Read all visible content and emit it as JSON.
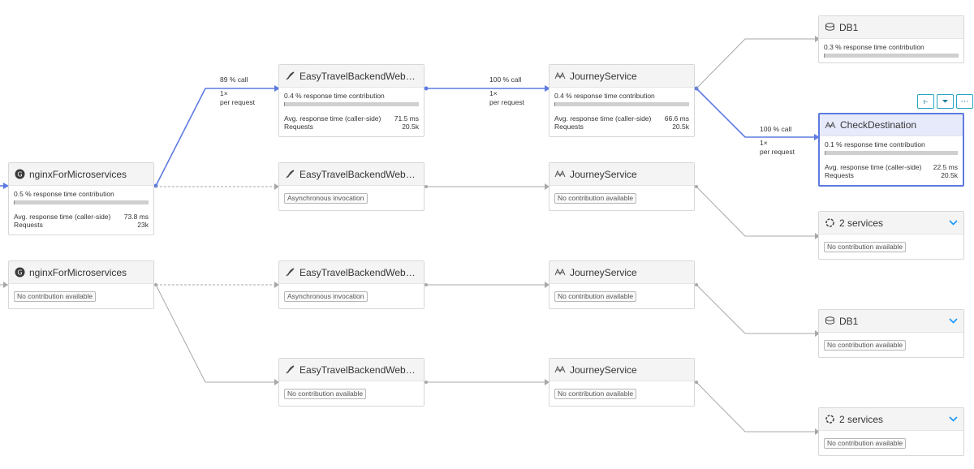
{
  "colors": {
    "highlight": "#5d7be0",
    "edge": "#9e9e9e",
    "node_border": "#d7d7d7",
    "accent": "#1496ff"
  },
  "nodes": [
    {
      "id": "nginx1",
      "title": "nginxForMicroservices",
      "icon": "nginx-icon",
      "contribution": "0.5 % response time contribution",
      "contribution_fraction": 0.005,
      "avg_label": "Avg. response time (caller-side)",
      "avg_value": "73.8 ms",
      "requests_label": "Requests",
      "requests_value": "23k"
    },
    {
      "id": "easy1",
      "title": "EasyTravelBackendWebser…",
      "icon": "feather-icon",
      "contribution": "0.4 % response time contribution",
      "contribution_fraction": 0.004,
      "avg_label": "Avg. response time (caller-side)",
      "avg_value": "71.5 ms",
      "requests_label": "Requests",
      "requests_value": "20.5k"
    },
    {
      "id": "journey1",
      "title": "JourneyService",
      "icon": "microservice-icon",
      "contribution": "0.4 % response time contribution",
      "contribution_fraction": 0.004,
      "avg_label": "Avg. response time (caller-side)",
      "avg_value": "66.6 ms",
      "requests_label": "Requests",
      "requests_value": "20.5k"
    },
    {
      "id": "db1a",
      "title": "DB1",
      "icon": "database-icon",
      "contribution": "0.3 % response time contribution",
      "contribution_fraction": 0.003
    },
    {
      "id": "check",
      "title": "CheckDestination",
      "icon": "microservice-icon",
      "contribution": "0.1 % response time contribution",
      "contribution_fraction": 0.001,
      "avg_label": "Avg. response time (caller-side)",
      "avg_value": "22.5 ms",
      "requests_label": "Requests",
      "requests_value": "20.5k"
    },
    {
      "id": "easy2",
      "title": "EasyTravelBackendWebser…",
      "icon": "feather-icon",
      "badge": "Asynchronous invocation"
    },
    {
      "id": "journey2",
      "title": "JourneyService",
      "icon": "microservice-icon",
      "badge": "No contribution available"
    },
    {
      "id": "services1",
      "title": "2 services",
      "icon": "services-icon",
      "badge": "No contribution available",
      "expandable": true
    },
    {
      "id": "nginx2",
      "title": "nginxForMicroservices",
      "icon": "nginx-icon",
      "badge": "No contribution available"
    },
    {
      "id": "easy3",
      "title": "EasyTravelBackendWebser…",
      "icon": "feather-icon",
      "badge": "Asynchronous invocation"
    },
    {
      "id": "journey3",
      "title": "JourneyService",
      "icon": "microservice-icon",
      "badge": "No contribution available"
    },
    {
      "id": "db1b",
      "title": "DB1",
      "icon": "database-icon",
      "badge": "No contribution available",
      "expandable": true
    },
    {
      "id": "easy4",
      "title": "EasyTravelBackendWebser…",
      "icon": "feather-icon",
      "badge": "No contribution available"
    },
    {
      "id": "journey4",
      "title": "JourneyService",
      "icon": "microservice-icon",
      "badge": "No contribution available"
    },
    {
      "id": "services2",
      "title": "2 services",
      "icon": "services-icon",
      "badge": "No contribution available",
      "expandable": true
    }
  ],
  "call_labels": [
    {
      "pct": "89 % call",
      "count": "1×",
      "unit": "per request"
    },
    {
      "pct": "100 % call",
      "count": "1×",
      "unit": "per request"
    },
    {
      "pct": "100 % call",
      "count": "1×",
      "unit": "per request"
    }
  ],
  "selected_toolbar": [
    {
      "name": "hotspot-icon",
      "glyph": "⥼"
    },
    {
      "name": "filter-icon",
      "glyph": "⏷"
    },
    {
      "name": "more-icon",
      "glyph": "⋯"
    }
  ]
}
